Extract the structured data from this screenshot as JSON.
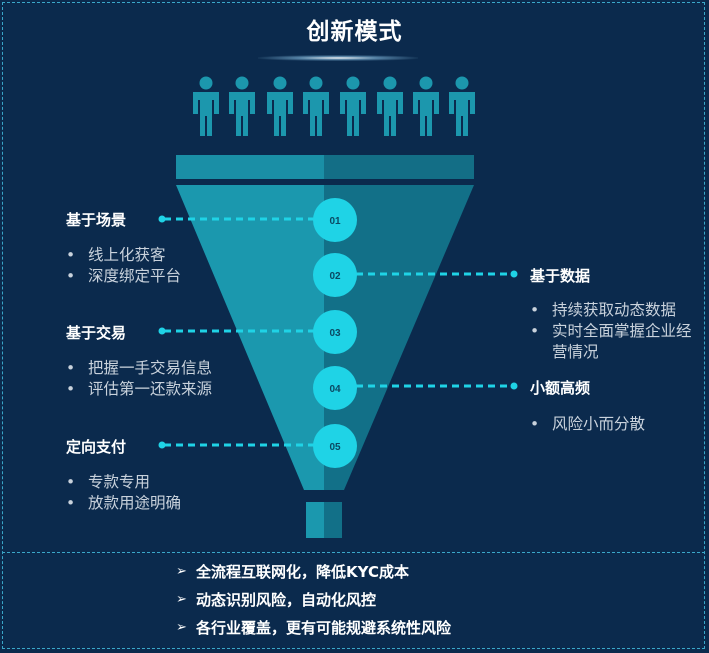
{
  "title": "创新模式",
  "steps": [
    "01",
    "02",
    "03",
    "04",
    "05"
  ],
  "left_groups": [
    {
      "label": "基于场景",
      "items": [
        "线上化获客",
        "深度绑定平台"
      ]
    },
    {
      "label": "基于交易",
      "items": [
        "把握一手交易信息",
        "评估第一还款来源"
      ]
    },
    {
      "label": "定向支付",
      "items": [
        "专款专用",
        "放款用途明确"
      ]
    }
  ],
  "right_groups": [
    {
      "label": "基于数据",
      "items": [
        "持续获取动态数据",
        "实时全面掌握企业经营情况"
      ]
    },
    {
      "label": "小额高频",
      "items": [
        "风险小而分散"
      ]
    }
  ],
  "bottom_points": [
    "全流程互联网化，降低KYC成本",
    "动态识别风险，自动化风控",
    "各行业覆盖，更有可能规避系统性风险"
  ],
  "colors": {
    "background": "#0b2a4d",
    "accent": "#1fd3e6",
    "funnel": "#1ca3b8"
  },
  "icons": [
    "person-icon"
  ]
}
